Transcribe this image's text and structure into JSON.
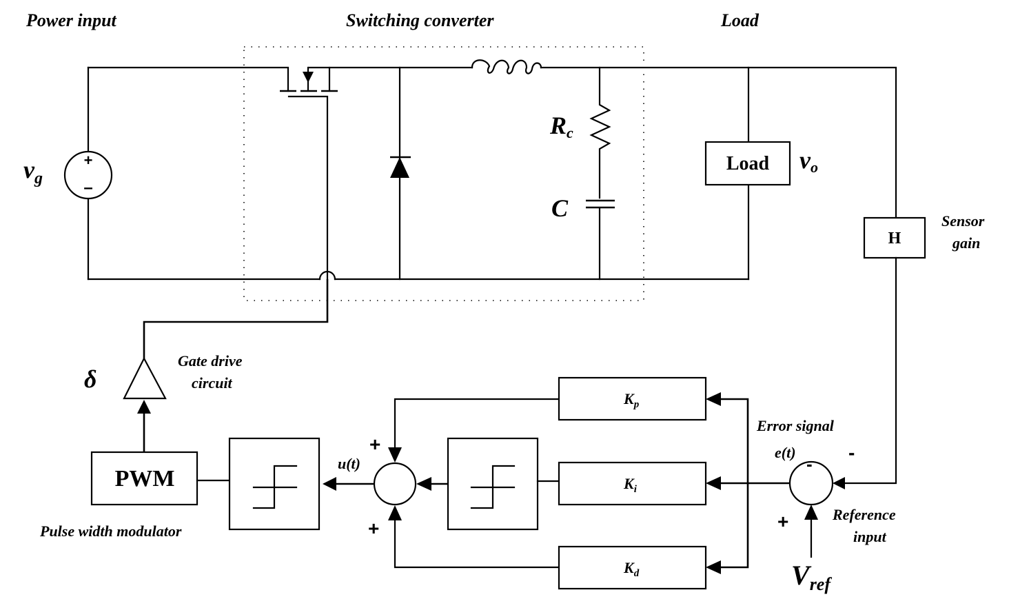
{
  "headers": {
    "power_input": "Power input",
    "switching_converter": "Switching converter",
    "load": "Load"
  },
  "components": {
    "source_label": "v",
    "source_sub": "g",
    "source_plus": "+",
    "source_minus": "–",
    "rc_label": "R",
    "rc_sub": "c",
    "cap_label": "C",
    "load_box": "Load",
    "vo_label": "v",
    "vo_sub": "o",
    "sensor_box": "H",
    "sensor_caption_1": "Sensor",
    "sensor_caption_2": "gain"
  },
  "control": {
    "delta_label": "δ",
    "gate_drive_1": "Gate drive",
    "gate_drive_2": "circuit",
    "pwm_box": "PWM",
    "pwm_caption": "Pulse width modulator",
    "u_label": "u(t)",
    "kp": "K",
    "kp_sub": "p",
    "ki": "K",
    "ki_sub": "i",
    "kd": "K",
    "kd_sub": "d",
    "sum_plus_top": "+",
    "sum_plus_bottom": "+",
    "error_caption": "Error signal",
    "error_label": "e(t)",
    "error_minus_top": "-",
    "error_minus_right": "-",
    "ref_plus": "+",
    "ref_caption_1": "Reference",
    "ref_caption_2": "input",
    "vref": "V",
    "vref_sub": "ref"
  }
}
